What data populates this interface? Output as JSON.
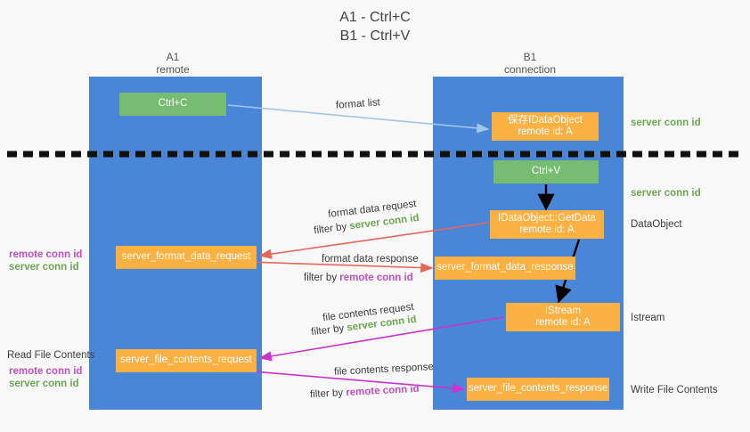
{
  "title": {
    "line1": "A1 - Ctrl+C",
    "line2": "B1 - Ctrl+V"
  },
  "lanes": [
    {
      "key": "a1",
      "name": "A1",
      "sub": "remote"
    },
    {
      "key": "b1",
      "name": "B1",
      "sub": "connection"
    }
  ],
  "nodes": {
    "ctrl_c": {
      "label": "Ctrl+C",
      "color": "#76bd71"
    },
    "save_idataobject": {
      "line1": "保存IDataObject",
      "line2": "remote id: A",
      "color": "#fbb042"
    },
    "ctrl_v": {
      "label": "Ctrl+V",
      "color": "#76bd71"
    },
    "getdata": {
      "line1": "IDataObject::GetData",
      "line2": "remote id: A",
      "color": "#fbb042"
    },
    "server_format_data_request": {
      "label": "server_format_data_request",
      "color": "#fbb042"
    },
    "server_format_data_response": {
      "label": "server_format_data_response",
      "color": "#fbb042"
    },
    "istream": {
      "line1": "IStream",
      "line2": "remote id: A",
      "color": "#fbb042"
    },
    "server_file_contents_request": {
      "label": "server_file_contents_request",
      "color": "#fbb042"
    },
    "server_file_contents_response": {
      "label": "server_file_contents_response",
      "color": "#fbb042"
    }
  },
  "edge_labels": {
    "format_list": "format list",
    "format_data_request": "format data request",
    "filter_by": "filter by ",
    "format_data_response": "format data response",
    "file_contents_request": "file contents request",
    "file_contents_response": "file contents response",
    "server_conn_id": "server conn id",
    "remote_conn_id": "remote conn id"
  },
  "right_labels": {
    "server_conn_id_top": "server conn id",
    "server_conn_id_mid": "server conn id",
    "dataobject": "DataObject",
    "istream": "Istream",
    "write_file_contents": "Write File Contents"
  },
  "left_labels": {
    "remote_conn_id": "remote conn id",
    "server_conn_id": "server conn id",
    "read_file_contents": "Read File Contents"
  },
  "colors": {
    "lane": "#4a86d8",
    "green_node": "#76bd71",
    "orange_node": "#fbb042",
    "green_text": "#6aa84f",
    "purple_text": "#c050c0",
    "arrow_blue": "#9fc5e8",
    "arrow_red": "#e8655a",
    "arrow_magenta": "#cc33cc",
    "arrow_black": "#000000",
    "background": "#f8f8f8"
  }
}
